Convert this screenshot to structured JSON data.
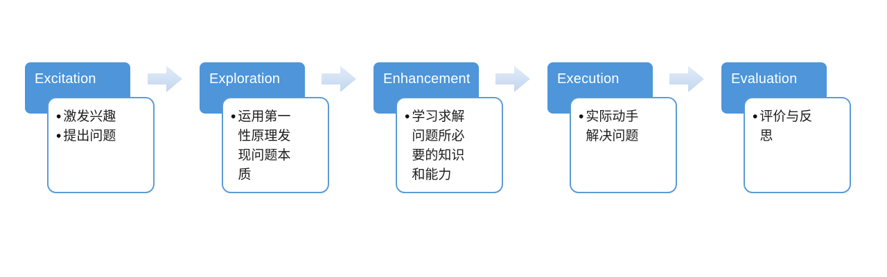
{
  "diagram": {
    "type": "process-flow",
    "colors": {
      "header_fill": "#4e95da",
      "header_text": "#ffffff",
      "box_border": "#5b9bd5",
      "box_fill": "#ffffff",
      "arrow_fill_top": "#e0eaf8",
      "arrow_fill_bottom": "#c2d6ef",
      "bullet_text": "#1c1c1c",
      "background": "#ffffff"
    },
    "bullet_marker": "•",
    "steps": [
      {
        "title": "Excitation",
        "bullets": [
          "激发兴趣",
          "提出问题"
        ]
      },
      {
        "title": "Exploration",
        "bullets": [
          "运用第一性原理发现问题本质"
        ]
      },
      {
        "title": "Enhancement",
        "bullets": [
          "学习求解问题所必要的知识和能力"
        ]
      },
      {
        "title": "Execution",
        "bullets": [
          "实际动手解决问题"
        ]
      },
      {
        "title": "Evaluation",
        "bullets": [
          "评价与反思"
        ]
      }
    ]
  }
}
